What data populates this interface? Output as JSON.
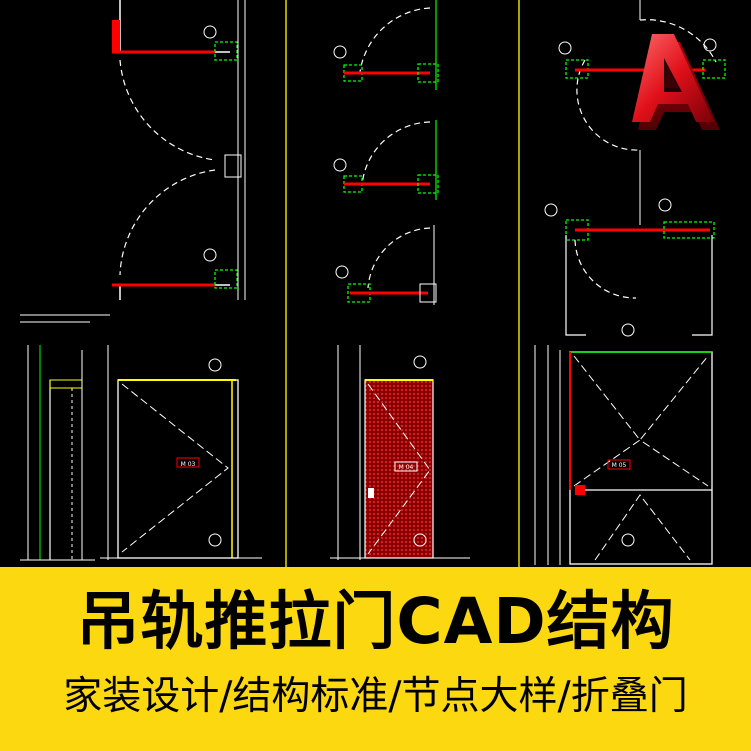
{
  "banner": {
    "title": "吊轨推拉门CAD结构",
    "subtitle": "家装设计/结构标准/节点大样/折叠门"
  },
  "drawing": {
    "labels": {
      "door_tag_1": "M 03",
      "door_tag_2": "M 04",
      "door_tag_3": "M 05"
    }
  },
  "logo": {
    "letter": "A",
    "icon": "autocad-logo-icon"
  },
  "colors": {
    "banner_bg": "#fbd80f",
    "cad_bg": "#000000",
    "cad_white": "#ffffff",
    "cad_green": "#00ff00",
    "cad_red": "#ff0000",
    "cad_yellow": "#ffff00",
    "logo_red": "#e0101a"
  }
}
